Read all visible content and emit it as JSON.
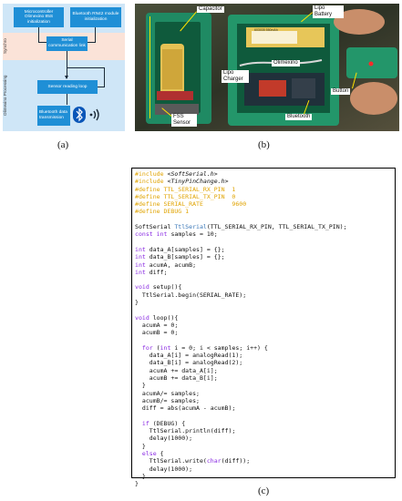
{
  "figure": {
    "panel_a": {
      "caption": "(a)",
      "side_labels": {
        "synchro": "Synchro",
        "processing": "Olimexino Processing"
      },
      "boxes": {
        "mcu_init": "Microcontroller Olimexino 85S initialization",
        "bt_init": "Bluetooth RN42 module initialization",
        "serial_link": "Serial communication link",
        "sensor_loop": "Sensor reading loop",
        "bt_tx": "Bluetooth data transmission"
      },
      "icons": [
        "bluetooth-icon",
        "wireless-signal-icon"
      ],
      "colors": {
        "box": "#1f8fd6",
        "init_band": "#cfe6f7",
        "synchro_band": "#fbe3d8"
      }
    },
    "panel_b": {
      "caption": "(b)",
      "labels": {
        "capacitor": "Capacitor",
        "lipo_battery": "Lipo Battery",
        "olimexino": "Olimexino",
        "lipo_charger": "Lipo Charger",
        "bluetooth": "Bluetooth",
        "fss_sensor": "FSS Sensor",
        "button": "Button"
      },
      "battery_print": "603035 550mAh"
    },
    "panel_c": {
      "caption": "(c)",
      "code_lines": [
        [
          "#include <SoftSerial.h>"
        ],
        [
          "#include <TinyPinChange.h>"
        ],
        [
          "#define TTL_SERIAL_RX_PIN  1"
        ],
        [
          "#define TTL_SERIAL_TX_PIN  0"
        ],
        [
          "#define SERIAL_RATE        9600"
        ],
        [
          "#define DEBUG 1"
        ],
        [
          ""
        ],
        [
          "SoftSerial TtlSerial(TTL_SERIAL_RX_PIN, TTL_SERIAL_TX_PIN);"
        ],
        [
          "const int samples = 10;"
        ],
        [
          ""
        ],
        [
          "int data_A[samples] = {};"
        ],
        [
          "int data_B[samples] = {};"
        ],
        [
          "int acumA, acumB;"
        ],
        [
          "int diff;"
        ],
        [
          ""
        ],
        [
          "void setup(){"
        ],
        [
          "  TtlSerial.begin(SERIAL_RATE);"
        ],
        [
          "}"
        ],
        [
          ""
        ],
        [
          "void loop(){"
        ],
        [
          "  acumA = 0;"
        ],
        [
          "  acumB = 0;"
        ],
        [
          ""
        ],
        [
          "  for (int i = 0; i < samples; i++) {"
        ],
        [
          "    data_A[i] = analogRead(1);"
        ],
        [
          "    data_B[i] = analogRead(2);"
        ],
        [
          "    acumA += data_A[i];"
        ],
        [
          "    acumB += data_B[i];"
        ],
        [
          "  }"
        ],
        [
          "  acumA/= samples;"
        ],
        [
          "  acumB/= samples;"
        ],
        [
          "  diff = abs(acumA - acumB);"
        ],
        [
          ""
        ],
        [
          "  if (DEBUG) {"
        ],
        [
          "    TtlSerial.println(diff);"
        ],
        [
          "    delay(1000);"
        ],
        [
          "  }"
        ],
        [
          "  else {"
        ],
        [
          "    TtlSerial.write(char(diff));"
        ],
        [
          "    delay(1000);"
        ],
        [
          "  }"
        ],
        [
          "}"
        ]
      ]
    }
  }
}
